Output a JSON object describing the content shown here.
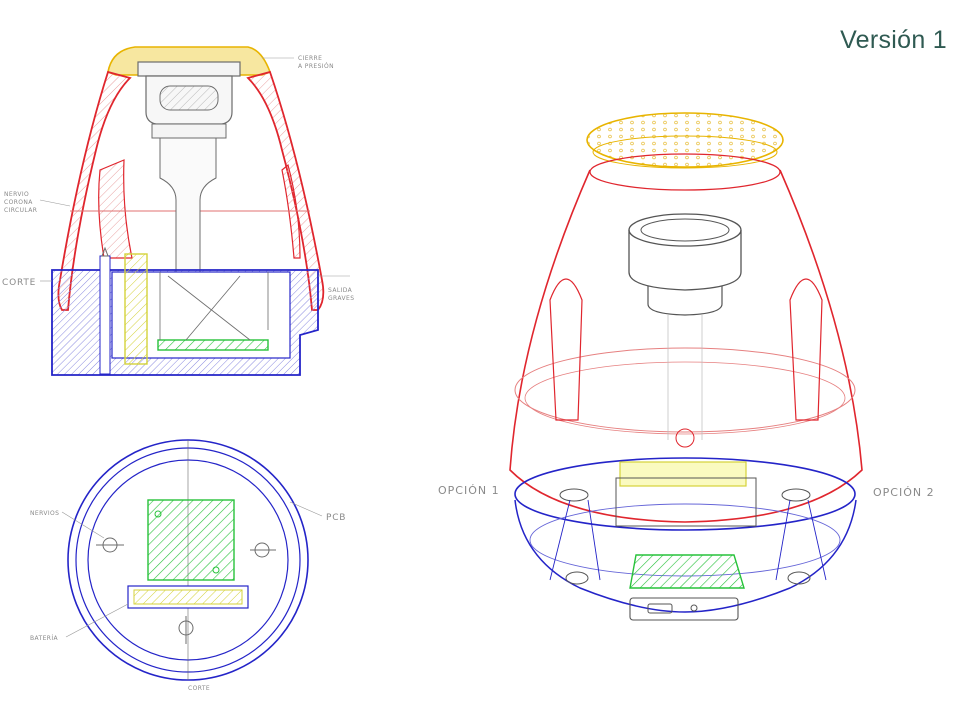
{
  "title": "Versión 1",
  "labels": {
    "cierre_line1": "CIERRE",
    "cierre_line2": "A PRESIÓN",
    "nervio_line1": "NERVIO",
    "nervio_line2": "CORONA",
    "nervio_line3": "CIRCULAR",
    "corte_section": "CORTE",
    "salida_line1": "SALIDA",
    "salida_line2": "GRAVES",
    "nervios": "NERVIOS",
    "pcb": "PCB",
    "bateria": "BATERÍA",
    "corte_plan": "CORTE",
    "opcion1": "OPCIÓN 1",
    "opcion2": "OPCIÓN 2"
  },
  "colors": {
    "title": "#2f5a52",
    "shell": "#e0262e",
    "cap": "#e8b400",
    "base": "#2424c8",
    "pcb": "#27c23a",
    "battery": "#e6e63a",
    "line": "#6c6c6c",
    "label": "#8a8a8a"
  }
}
